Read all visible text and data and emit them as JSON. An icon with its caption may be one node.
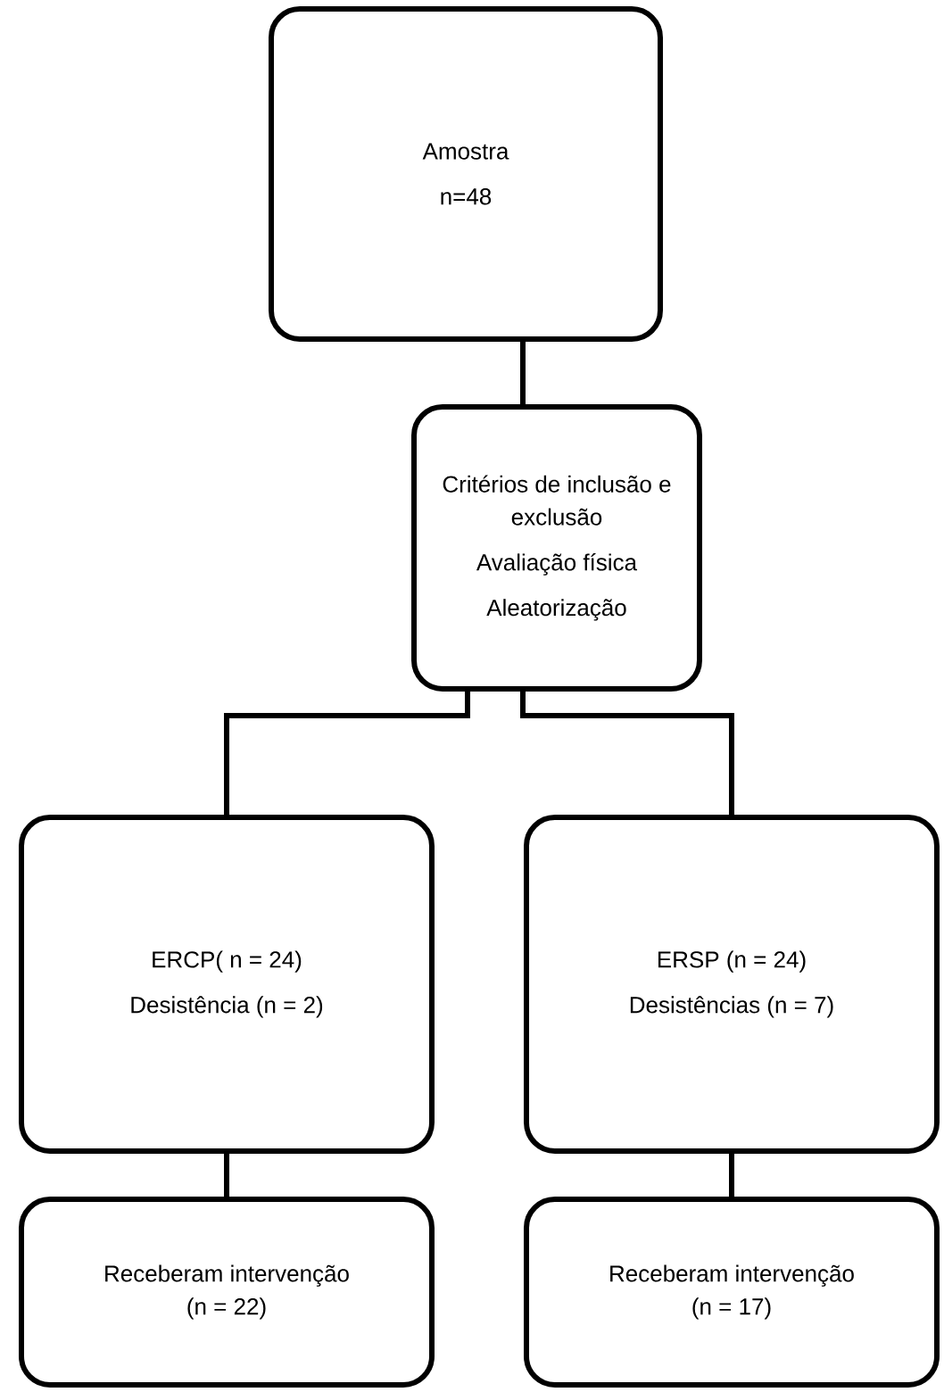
{
  "diagram": {
    "nodes": [
      {
        "text": [
          "Amostra",
          "n=48"
        ]
      },
      {
        "text": [
          "Critérios de inclusão e exclusão",
          "Avaliação física",
          "Aleatorização"
        ]
      },
      {
        "text": [
          "ERCP( n = 24)",
          "Desistência (n = 2)"
        ]
      },
      {
        "text": [
          "ERSP (n = 24)",
          "Desistências (n = 7)"
        ]
      },
      {
        "text": [
          "Receberam intervenção (n = 22)"
        ]
      },
      {
        "text": [
          "Receberam intervenção (n = 17)"
        ]
      }
    ],
    "edges": [
      {
        "from": 0,
        "to": 1,
        "arrow": "none"
      },
      {
        "from": 1,
        "to": 2,
        "arrow": "none"
      },
      {
        "from": 1,
        "to": 3,
        "arrow": "none"
      },
      {
        "from": 2,
        "to": 4,
        "arrow": "none"
      },
      {
        "from": 3,
        "to": 5,
        "arrow": "none"
      }
    ]
  }
}
